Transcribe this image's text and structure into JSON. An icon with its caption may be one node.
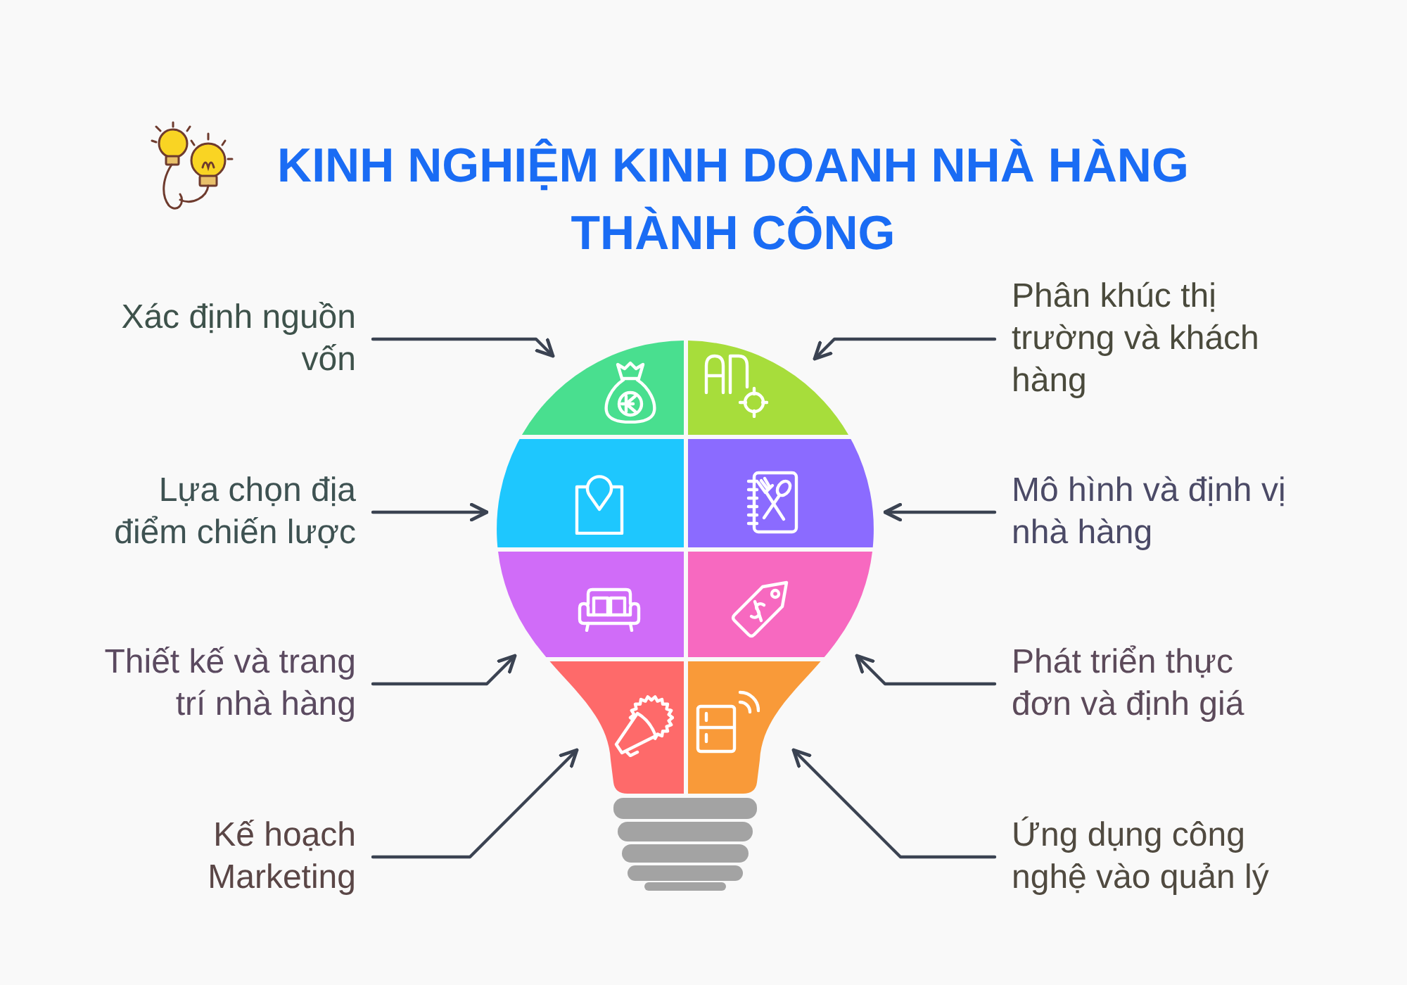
{
  "diagram": {
    "title": "KINH NGHIỆM KINH DOANH NHÀ HÀNG THÀNH CÔNG",
    "nodes": [
      {
        "text": [
          "Xác định nguồn vốn"
        ]
      },
      {
        "text": [],
        "shape": "picture"
      },
      {
        "text": [],
        "shape": "picture"
      },
      {
        "text": [
          "Phân khúc thị trường và khách hàng"
        ]
      },
      {
        "text": [
          "Lựa chọn địa điểm chiến lược"
        ]
      },
      {
        "text": [],
        "shape": "picture"
      },
      {
        "text": [],
        "shape": "picture"
      },
      {
        "text": [
          "Mô hình và định vị nhà hàng"
        ]
      },
      {
        "text": [
          "Thiết kế và trang trí nhà hàng"
        ]
      },
      {
        "text": [],
        "shape": "picture"
      },
      {
        "text": [],
        "shape": "picture"
      },
      {
        "text": [
          "Phát triển thực đơn và định giá"
        ]
      },
      {
        "text": [
          "Kế hoạch Marketing"
        ]
      },
      {
        "text": [],
        "shape": "picture"
      },
      {
        "text": [],
        "shape": "picture"
      },
      {
        "text": [
          "Ứng dụng công nghệ vào quản lý"
        ]
      }
    ],
    "edges": [
      {
        "from": 0,
        "to": 1,
        "arrow": "to"
      },
      {
        "from": 3,
        "to": 2,
        "arrow": "to"
      },
      {
        "from": 4,
        "to": 5,
        "arrow": "to"
      },
      {
        "from": 7,
        "to": 6,
        "arrow": "to"
      },
      {
        "from": 8,
        "to": 9,
        "arrow": "to"
      },
      {
        "from": 11,
        "to": 10,
        "arrow": "to"
      },
      {
        "from": 12,
        "to": 13,
        "arrow": "to"
      },
      {
        "from": 15,
        "to": 14,
        "arrow": "to"
      }
    ]
  }
}
